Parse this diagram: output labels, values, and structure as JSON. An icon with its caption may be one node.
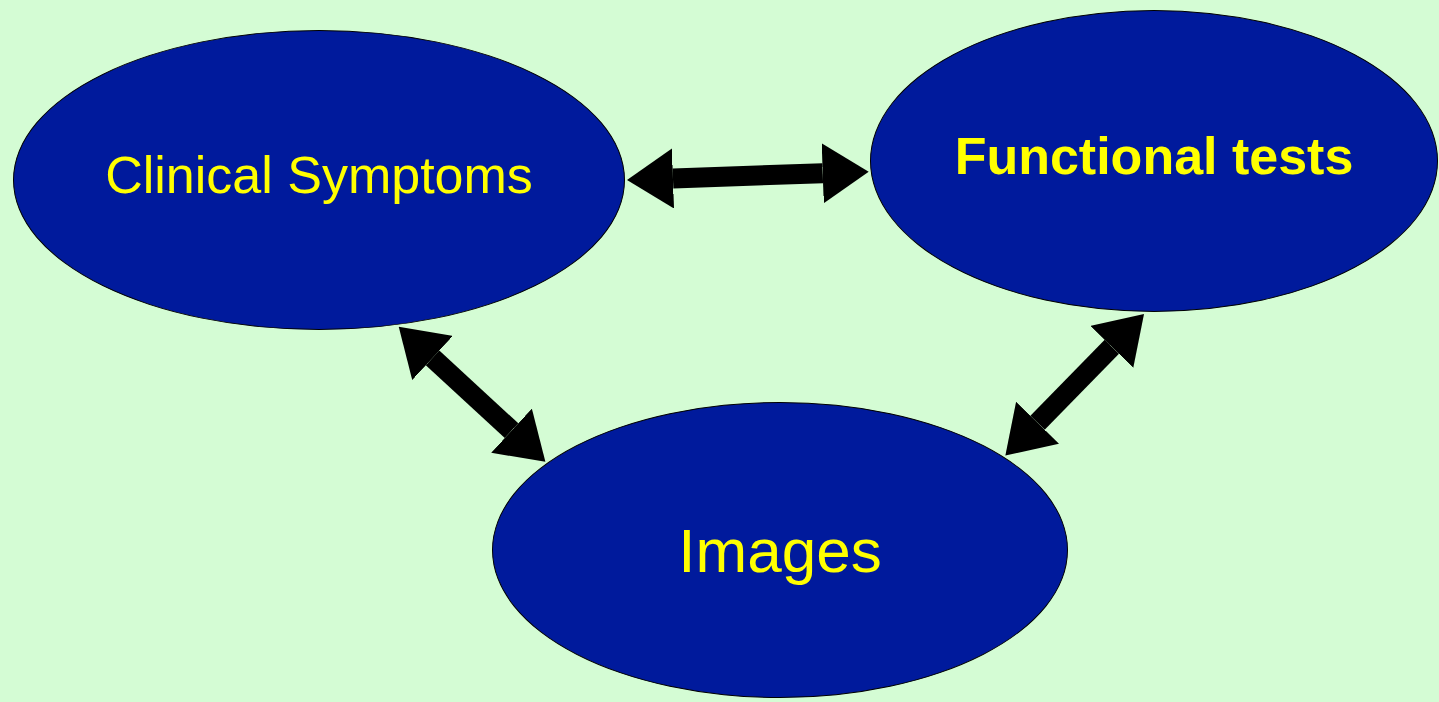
{
  "diagram": {
    "nodes": [
      {
        "text": [
          "Clinical Symptoms"
        ]
      },
      {
        "text": [
          "Functional tests"
        ]
      },
      {
        "text": [
          "Images"
        ]
      }
    ],
    "edges": [
      {
        "from": 0,
        "to": 1,
        "arrow": "both"
      },
      {
        "from": 0,
        "to": 2,
        "arrow": "both"
      },
      {
        "from": 1,
        "to": 2,
        "arrow": "both"
      }
    ]
  }
}
